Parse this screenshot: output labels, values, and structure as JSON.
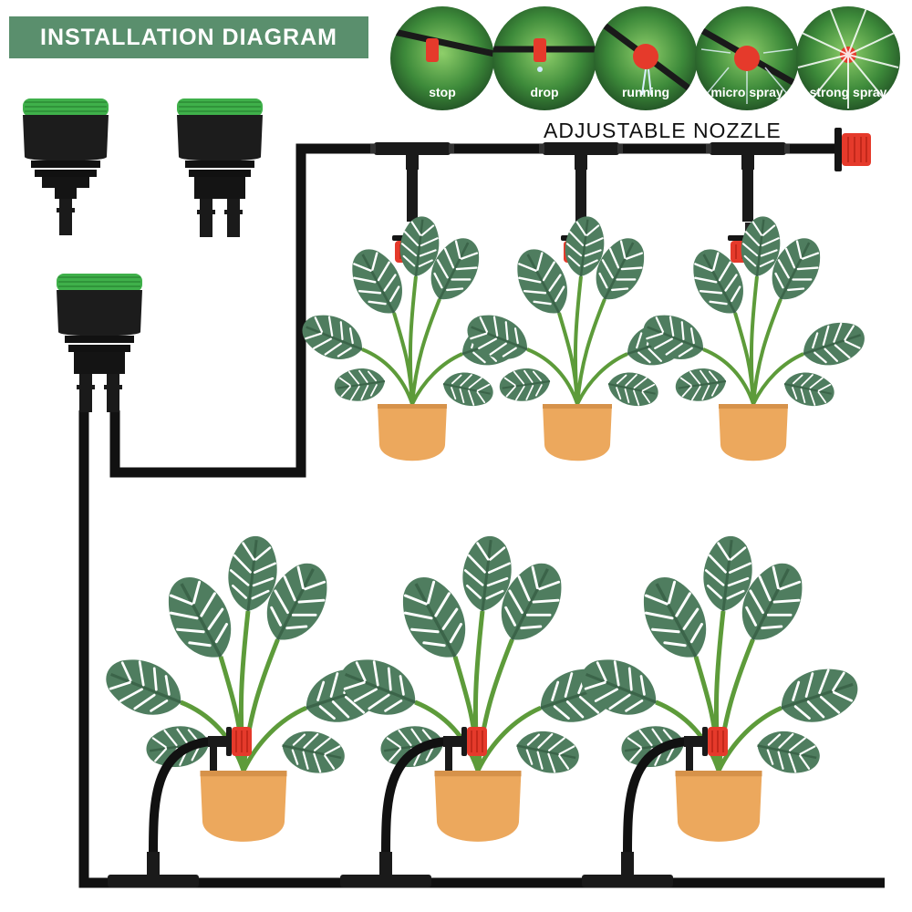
{
  "header": {
    "title": "INSTALLATION DIAGRAM",
    "nozzle_label": "ADJUSTABLE NOZZLE"
  },
  "modes": [
    {
      "label": "stop",
      "icon": "nozzle-stop-icon"
    },
    {
      "label": "drop",
      "icon": "nozzle-drop-icon"
    },
    {
      "label": "running",
      "icon": "nozzle-running-icon"
    },
    {
      "label": "micro spray",
      "icon": "nozzle-micro-spray-icon"
    },
    {
      "label": "strong spray",
      "icon": "nozzle-strong-spray-icon"
    }
  ],
  "colors": {
    "banner": "#5a8f6d",
    "pipe": "#111111",
    "nozzle": "#e53a2b",
    "adapter_ring": "#3fb04a",
    "pot": "#eca85d",
    "leaf": "#4f7d5f",
    "leaf_dark": "#3b6449",
    "stem": "#5d9b3a"
  }
}
